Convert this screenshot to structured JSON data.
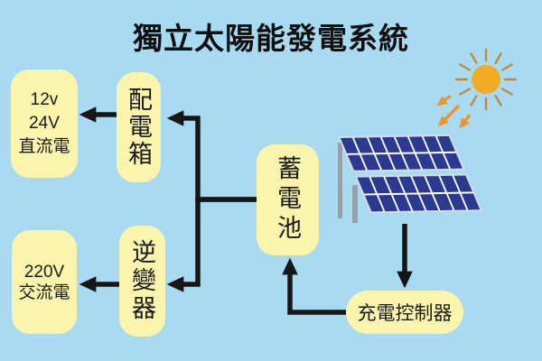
{
  "title": "獨立太陽能發電系統",
  "diagram": {
    "nodes": {
      "dc_output": {
        "lines": [
          "12v",
          "24V",
          "直流電"
        ]
      },
      "distribution_box": {
        "label": "配電箱"
      },
      "ac_output": {
        "lines": [
          "220V",
          "交流電"
        ]
      },
      "inverter": {
        "label": "逆變器"
      },
      "battery": {
        "label": "蓄電池"
      },
      "charge_controller": {
        "label": "充電控制器"
      }
    },
    "icons": [
      "sun-icon",
      "solar-panel-icon"
    ]
  },
  "colors": {
    "background": "#a8daf2",
    "node_fill": "#faf4ad",
    "text": "#1a1a1a",
    "connector": "#161616",
    "sun_core": "#f3ab25",
    "sun_rays": "#c2883c",
    "sunlight_arrows": "#ea9532",
    "panel_cells": "#2a3a90",
    "panel_frame": "#d8dce1"
  }
}
